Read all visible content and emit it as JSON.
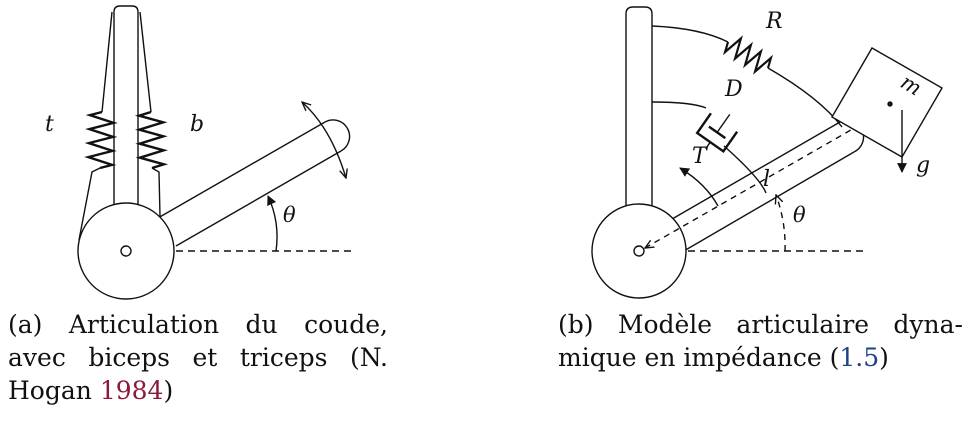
{
  "figure_a": {
    "labels": {
      "triceps": "t",
      "biceps": "b",
      "angle": "θ"
    },
    "caption": {
      "line1": "(a) Articulation du coude,",
      "line2": "avec biceps et triceps (N.",
      "line3_text": "Hogan ",
      "line3_ref": "1984",
      "line3_end": ")"
    }
  },
  "figure_b": {
    "labels": {
      "spring": "R",
      "damper": "D",
      "torque": "T",
      "length": "l",
      "mass": "m",
      "gravity": "g",
      "angle": "θ"
    },
    "caption": {
      "line1": "(b) Modèle articulaire dyna-",
      "line2_text": "mique en impédance (",
      "line2_ref": "1.5",
      "line2_end": ")"
    }
  },
  "colors": {
    "ink": "#111111",
    "cite_link": "#8b1a3a",
    "eq_link": "#1f3f8a"
  }
}
